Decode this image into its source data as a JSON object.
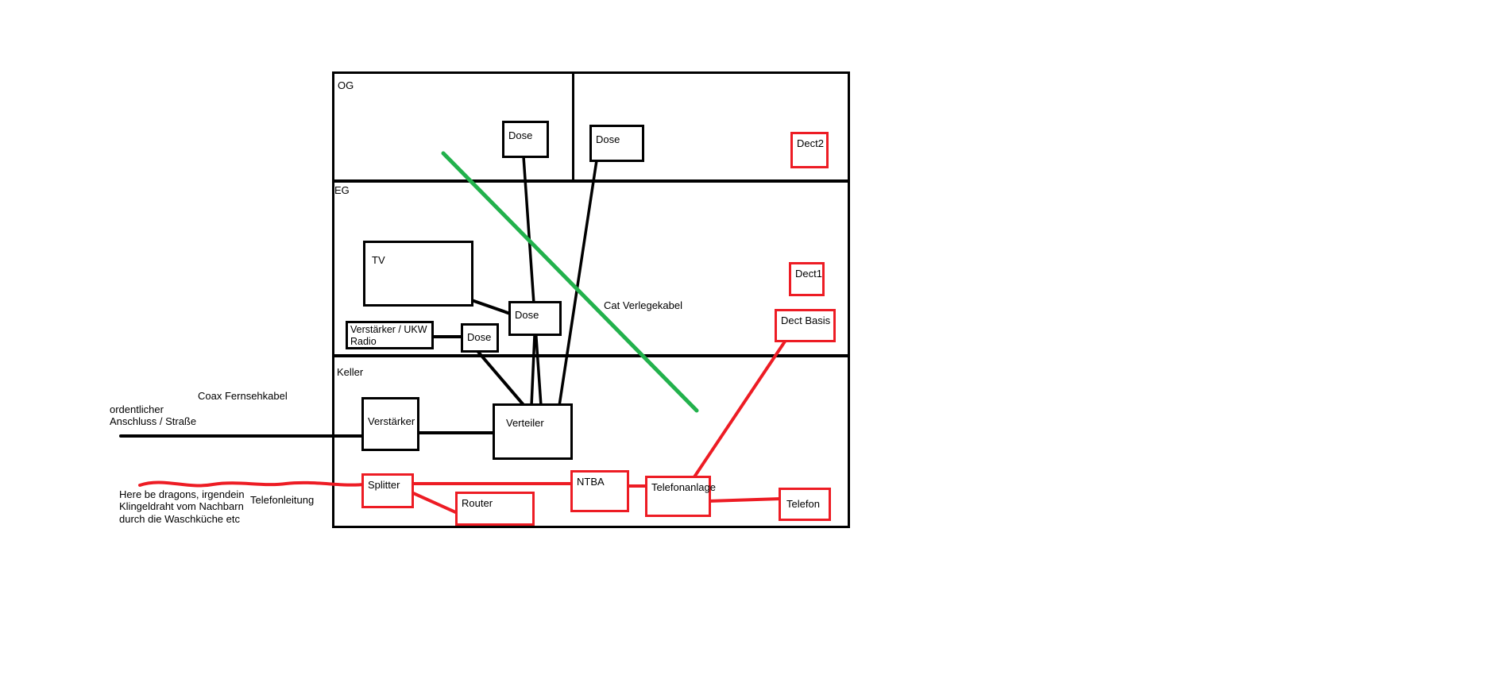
{
  "colors": {
    "black": "#000000",
    "red": "#ed1c24",
    "green": "#22b14c"
  },
  "floors": {
    "og": "OG",
    "eg": "EG",
    "keller": "Keller"
  },
  "boxes": {
    "dose_og_left": "Dose",
    "dose_og_right": "Dose",
    "dect2": "Dect2",
    "tv": "TV",
    "dose_eg": "Dose",
    "verstaerker_ukw": "Verstärker / UKW\nRadio",
    "dose_eg_small": "Dose",
    "dect1": "Dect1",
    "dect_basis": "Dect Basis",
    "verstaerker": "Verstärker",
    "verteiler": "Verteiler",
    "splitter": "Splitter",
    "router": "Router",
    "ntba": "NTBA",
    "telefonanlage": "Telefonanlage",
    "telefon": "Telefon"
  },
  "labels": {
    "cat_verlegekabel": "Cat Verlegekabel",
    "coax_fernsehkabel": "Coax Fernsehkabel",
    "anschluss": "ordentlicher\nAnschluss / Straße",
    "telefonleitung": "Telefonleitung",
    "dragons": "Here be dragons, irgendein\nKlingeldraht vom Nachbarn\ndurch die Waschküche etc"
  }
}
